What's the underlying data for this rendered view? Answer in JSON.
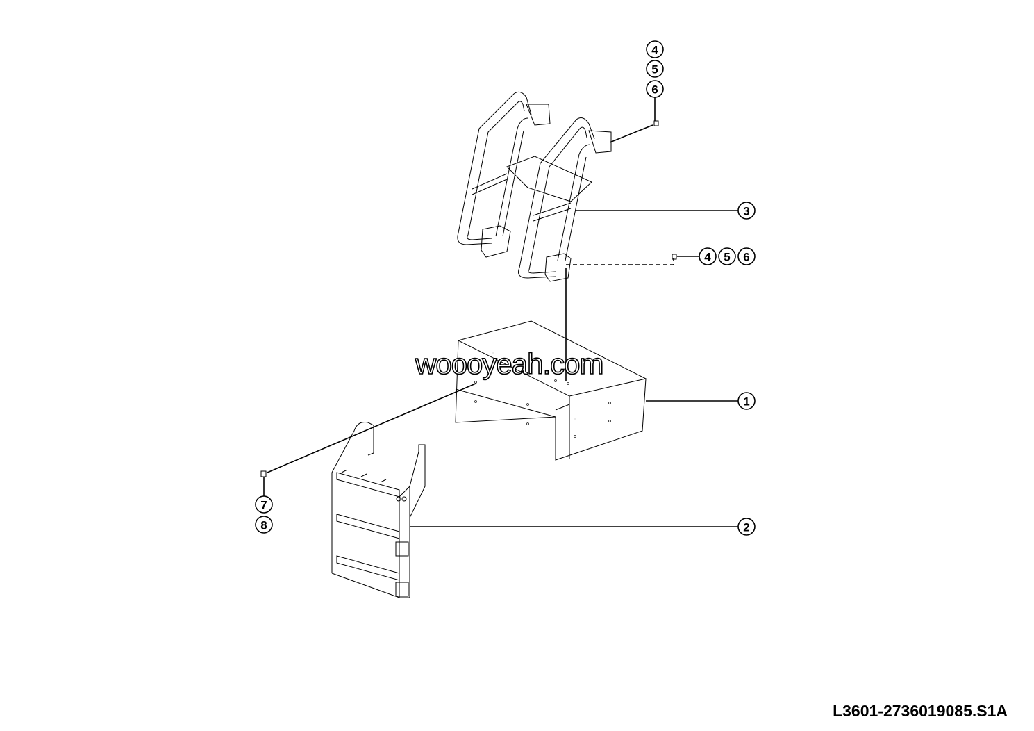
{
  "diagram": {
    "watermark": "woooyeah.com",
    "drawing_id": "L3601-2736019085.S1A",
    "callouts": [
      {
        "label": "4",
        "part": "bolt"
      },
      {
        "label": "5",
        "part": "bolt"
      },
      {
        "label": "6",
        "part": "bolt"
      },
      {
        "label": "3",
        "part": "handrail"
      },
      {
        "label": "4",
        "part": "bolt-lower"
      },
      {
        "label": "5",
        "part": "bolt-lower"
      },
      {
        "label": "6",
        "part": "bolt-lower"
      },
      {
        "label": "1",
        "part": "battery-box"
      },
      {
        "label": "7",
        "part": "step-bolt"
      },
      {
        "label": "8",
        "part": "step-bolt"
      },
      {
        "label": "2",
        "part": "step-ladder"
      }
    ]
  }
}
